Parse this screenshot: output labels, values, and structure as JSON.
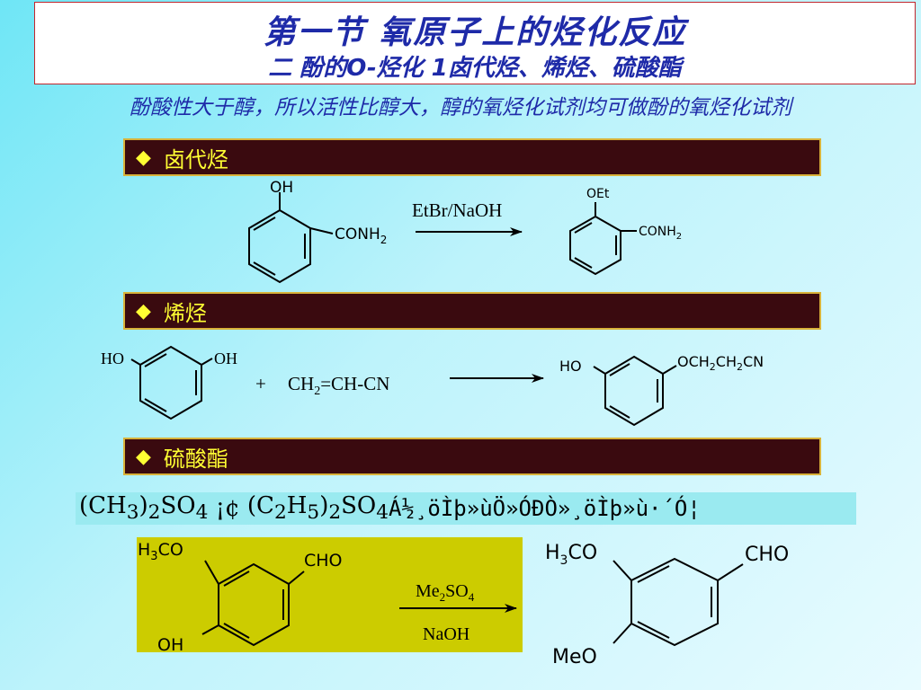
{
  "header": {
    "title": "第一节 氧原子上的烃化反应",
    "subtitle": "二 酚的O-烃化 1卤代烃、烯烃、硫酸酯"
  },
  "intro_text": "酚酸性大于醇，所以活性比醇大，醇的氧烃化试剂均可做酚的氧烃化试剂",
  "sections": [
    {
      "bullet": "◆",
      "label": "卤代烃"
    },
    {
      "bullet": "◆",
      "label": "烯烃"
    },
    {
      "bullet": "◆",
      "label": "硫酸酯"
    }
  ],
  "reaction1": {
    "reactant_sub_top": "OH",
    "reactant_sub_right": "CONH2",
    "reagent": "EtBr/NaOH",
    "product_sub_top": "OEt",
    "product_sub_right": "CONH2"
  },
  "reaction2": {
    "reactant_left": "HO",
    "reactant_right": "OH",
    "plus": "+",
    "reagent": "CH2=CH-CN",
    "product_left": "HO",
    "product_right": "OCH2CH2CN"
  },
  "encoded_line": {
    "formula1": "(CH3)2SO4",
    "sep": " ¡¢ ",
    "formula2": "(C2H5)2SO4",
    "garbled": "Á½¸öÌþ»ùÖ»ÓÐÒ»¸öÌþ»ù·´Ó¦"
  },
  "reaction3": {
    "reactant_top": "H3CO",
    "reactant_right": "CHO",
    "reactant_bottom": "OH",
    "reagent_top": "Me2SO4",
    "reagent_bottom": "NaOH",
    "product_top": "H3CO",
    "product_right": "CHO",
    "product_bottom": "MeO"
  }
}
